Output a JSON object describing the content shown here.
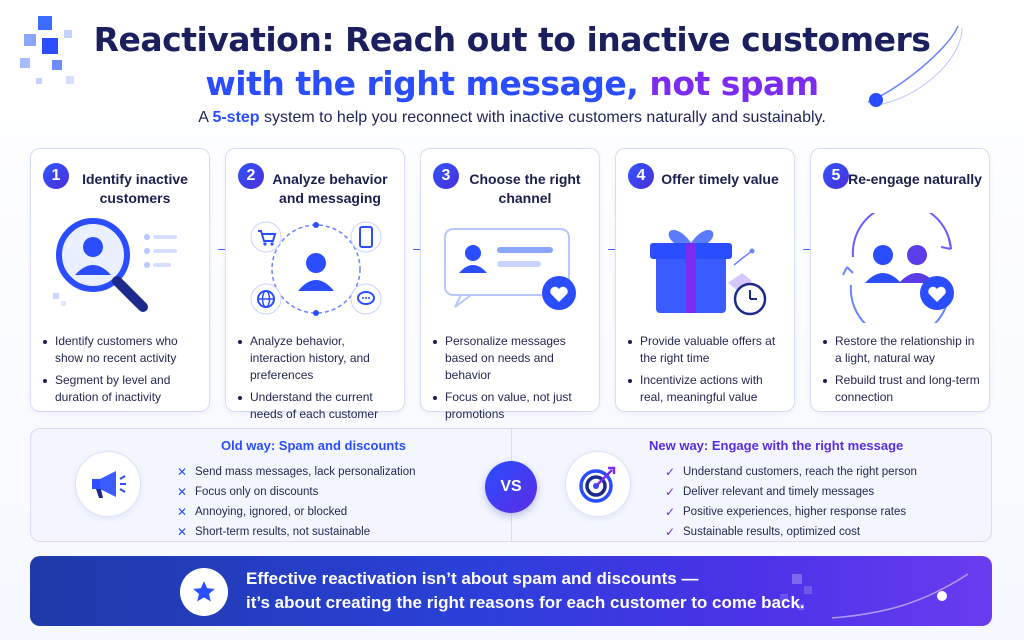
{
  "header": {
    "title_line1": "Reactivation: Reach out to inactive customers",
    "title_line2a": "with the right message, ",
    "title_line2b": "not spam",
    "subtitle_a": "A ",
    "subtitle_hl": "5-step",
    "subtitle_b": " system to help you reconnect with inactive customers naturally and sustainably."
  },
  "steps": [
    {
      "num": "1",
      "title": "Identify inactive customers",
      "bullets": [
        "Identify customers who show no recent activity",
        "Segment by level and duration of inactivity"
      ]
    },
    {
      "num": "2",
      "title": "Analyze behavior and messaging",
      "bullets": [
        "Analyze behavior, interaction history, and preferences",
        "Understand the current needs of each customer"
      ]
    },
    {
      "num": "3",
      "title": "Choose the right channel",
      "bullets": [
        "Personalize messages based on needs and behavior",
        "Focus on value, not just promotions"
      ]
    },
    {
      "num": "4",
      "title": "Offer timely value",
      "bullets": [
        "Provide valuable offers at the right time",
        "Incentivize actions with real, meaningful value"
      ]
    },
    {
      "num": "5",
      "title": "Re-engage naturally",
      "bullets": [
        "Restore the relationship in a light, natural way",
        "Rebuild trust and long-term connection"
      ]
    }
  ],
  "comparison": {
    "old_title": "Old way: Spam and discounts",
    "old_items": [
      "Send mass messages, lack personalization",
      "Focus only on discounts",
      "Annoying, ignored, or blocked",
      "Short-term results, not sustainable"
    ],
    "vs": "VS",
    "new_title": "New way: Engage with the right message",
    "new_items": [
      "Understand customers, reach the right person",
      "Deliver relevant and timely messages",
      "Positive experiences, higher response rates",
      "Sustainable results, optimized cost"
    ],
    "old_mark": "✕",
    "new_mark": "✓"
  },
  "banner": {
    "line1": "Effective reactivation isn’t about spam and discounts —",
    "line2": "it’s about creating the right reasons for each customer to come back."
  },
  "icons": [
    "magnifier-user-icon",
    "cart-icon",
    "phone-icon",
    "globe-icon",
    "chat-icon",
    "message-card-icon",
    "heart-icon",
    "gift-icon",
    "clock-icon",
    "users-cycle-icon",
    "megaphone-icon",
    "target-icon",
    "star-icon"
  ],
  "colors": {
    "primary": "#2a4dff",
    "accent": "#7c2cf0",
    "navy": "#1b1f5e"
  }
}
